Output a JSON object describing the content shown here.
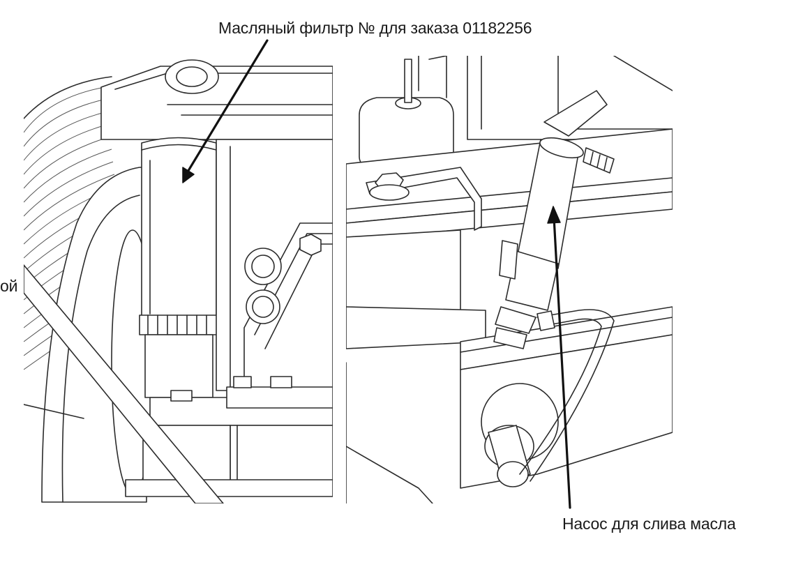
{
  "labels": {
    "oil_filter": "Масляный фильтр № для заказа 01182256",
    "drain_pump": "Насос для слива масла",
    "cut_label_fragment": "ой"
  },
  "colors": {
    "line": "#2b2b2b",
    "arrow": "#111111",
    "background": "#ffffff"
  }
}
